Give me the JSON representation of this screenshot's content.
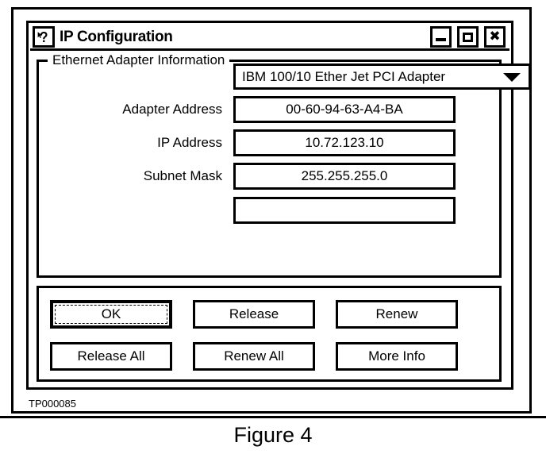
{
  "figure": {
    "caption": "Figure 4",
    "id_label": "TP000085"
  },
  "window": {
    "title": "IP Configuration",
    "icon": "help-pointer-icon",
    "controls": {
      "minimize": "_",
      "maximize": "□",
      "close": "✖"
    }
  },
  "group": {
    "label": "Ethernet Adapter Information"
  },
  "adapter_select": {
    "selected": "IBM 100/10 Ether Jet PCI Adapter",
    "arrow_icon": "chevron-down-icon",
    "options": [
      "IBM 100/10 Ether Jet PCI Adapter"
    ]
  },
  "fields": [
    {
      "name": "adapter-address",
      "label": "Adapter Address",
      "value": "00-60-94-63-A4-BA"
    },
    {
      "name": "ip-address",
      "label": "IP Address",
      "value": "10.72.123.10"
    },
    {
      "name": "subnet-mask",
      "label": "Subnet Mask",
      "value": "255.255.255.0"
    },
    {
      "name": "unlabeled-field",
      "label": "",
      "value": ""
    }
  ],
  "buttons": {
    "ok": "OK",
    "release": "Release",
    "renew": "Renew",
    "release_all": "Release All",
    "renew_all": "Renew All",
    "more_info": "More Info"
  },
  "colors": {
    "ink": "#000000",
    "paper": "#ffffff"
  }
}
